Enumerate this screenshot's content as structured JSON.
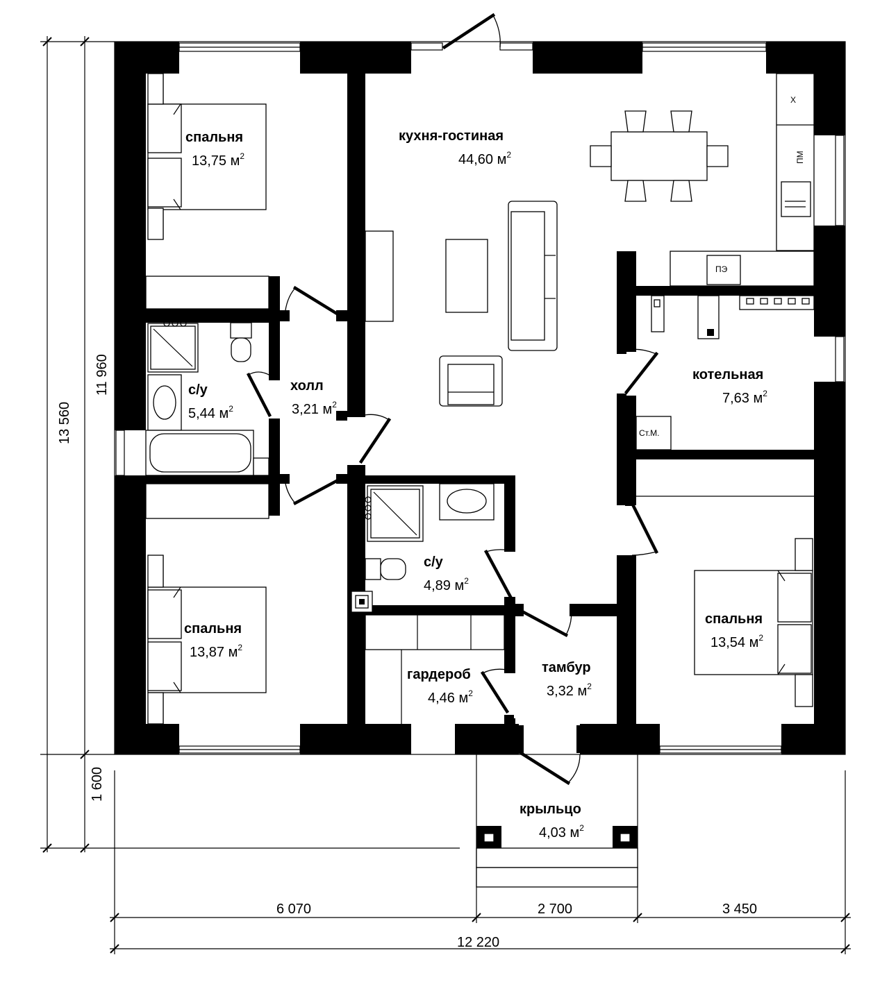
{
  "rooms": [
    {
      "name": "спальня",
      "area": "13,75 м",
      "sup": "2"
    },
    {
      "name": "кухня-гостиная",
      "area": "44,60 м",
      "sup": "2"
    },
    {
      "name": "с/у",
      "area": "5,44 м",
      "sup": "2"
    },
    {
      "name": "холл",
      "area": "3,21 м",
      "sup": "2"
    },
    {
      "name": "котельная",
      "area": "7,63 м",
      "sup": "2"
    },
    {
      "name": "с/у",
      "area": "4,89 м",
      "sup": "2"
    },
    {
      "name": "спальня",
      "area": "13,87 м",
      "sup": "2"
    },
    {
      "name": "спальня",
      "area": "13,54 м",
      "sup": "2"
    },
    {
      "name": "гардероб",
      "area": "4,46 м",
      "sup": "2"
    },
    {
      "name": "тамбур",
      "area": "3,32 м",
      "sup": "2"
    },
    {
      "name": "крыльцо",
      "area": "4,03 м",
      "sup": "2"
    }
  ],
  "appliances": {
    "fridge": "Х",
    "dishwasher": "ПМ",
    "stove": "ПЭ",
    "washer": "Ст.М."
  },
  "dimensions": {
    "total_height": "13 560",
    "house_height": "11 960",
    "porch_depth": "1 600",
    "left_width": "6 070",
    "porch_width": "2 700",
    "right_width": "3 450",
    "total_width": "12 220"
  }
}
